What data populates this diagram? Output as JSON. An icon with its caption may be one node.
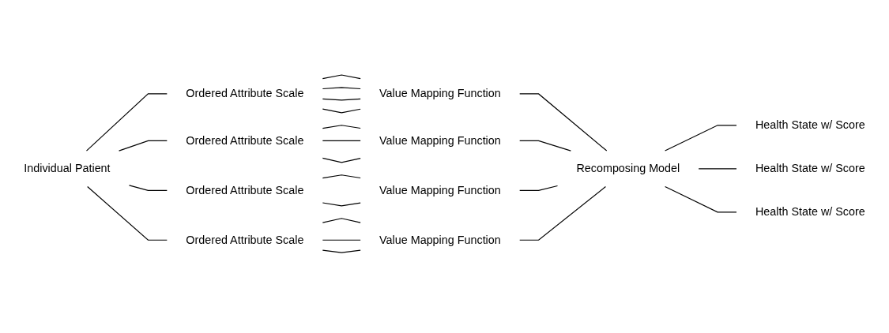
{
  "diagram": {
    "nodes": [
      {
        "text": [
          "Individual Patient"
        ]
      },
      {
        "text": [
          "Ordered Attribute Scale"
        ]
      },
      {
        "text": [
          "Ordered Attribute Scale"
        ]
      },
      {
        "text": [
          "Ordered Attribute Scale"
        ]
      },
      {
        "text": [
          "Ordered Attribute Scale"
        ]
      },
      {
        "text": [
          "Value Mapping Function"
        ]
      },
      {
        "text": [
          "Value Mapping Function"
        ]
      },
      {
        "text": [
          "Value Mapping Function"
        ]
      },
      {
        "text": [
          "Value Mapping Function"
        ]
      },
      {
        "text": [
          "Recomposing Model"
        ]
      },
      {
        "text": [
          "Health State w/ Score"
        ]
      },
      {
        "text": [
          "Health State w/ Score"
        ]
      },
      {
        "text": [
          "Health State w/ Score"
        ]
      }
    ],
    "edges": [
      {
        "from": 0,
        "to": 1,
        "arrow": "none"
      },
      {
        "from": 0,
        "to": 2,
        "arrow": "none"
      },
      {
        "from": 0,
        "to": 3,
        "arrow": "none"
      },
      {
        "from": 0,
        "to": 4,
        "arrow": "none"
      },
      {
        "from": 1,
        "to": 5,
        "arrow": "none"
      },
      {
        "from": 1,
        "to": 5,
        "arrow": "none"
      },
      {
        "from": 1,
        "to": 5,
        "arrow": "none"
      },
      {
        "from": 1,
        "to": 5,
        "arrow": "none"
      },
      {
        "from": 2,
        "to": 6,
        "arrow": "none"
      },
      {
        "from": 2,
        "to": 6,
        "arrow": "none"
      },
      {
        "from": 2,
        "to": 6,
        "arrow": "none"
      },
      {
        "from": 3,
        "to": 7,
        "arrow": "none"
      },
      {
        "from": 3,
        "to": 7,
        "arrow": "none"
      },
      {
        "from": 4,
        "to": 8,
        "arrow": "none"
      },
      {
        "from": 4,
        "to": 8,
        "arrow": "none"
      },
      {
        "from": 4,
        "to": 8,
        "arrow": "none"
      },
      {
        "from": 5,
        "to": 9,
        "arrow": "none"
      },
      {
        "from": 6,
        "to": 9,
        "arrow": "none"
      },
      {
        "from": 7,
        "to": 9,
        "arrow": "none"
      },
      {
        "from": 8,
        "to": 9,
        "arrow": "none"
      },
      {
        "from": 9,
        "to": 10,
        "arrow": "none"
      },
      {
        "from": 9,
        "to": 11,
        "arrow": "none"
      },
      {
        "from": 9,
        "to": 12,
        "arrow": "none"
      }
    ]
  }
}
